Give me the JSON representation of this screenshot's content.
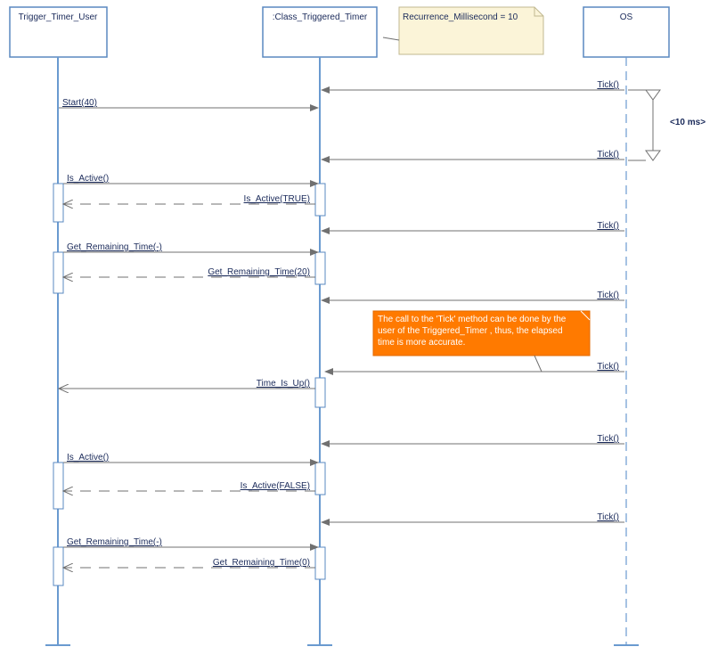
{
  "lifelines": {
    "user": {
      "name": "Trigger_Timer_User"
    },
    "timer": {
      "name": ":Class_Triggered_Timer"
    },
    "os": {
      "name": "OS"
    }
  },
  "note_recurrence": {
    "text": "Recurrence_Millisecond = 10"
  },
  "note_tick": {
    "lines": [
      "The call to the 'Tick' method can be done by the",
      "user of the Triggered_Timer , thus, the elapsed",
      "time is more accurate."
    ]
  },
  "duration": {
    "label": "<10 ms>"
  },
  "messages": [
    {
      "id": "tick-1",
      "label": "Tick()",
      "from": "os",
      "to": "timer",
      "kind": "sync"
    },
    {
      "id": "start",
      "label": "Start(40)",
      "from": "user",
      "to": "timer",
      "kind": "sync"
    },
    {
      "id": "tick-2",
      "label": "Tick()",
      "from": "os",
      "to": "timer",
      "kind": "sync"
    },
    {
      "id": "is-active-1",
      "label": "Is_Active()",
      "from": "user",
      "to": "timer",
      "kind": "sync"
    },
    {
      "id": "is-active-true",
      "label": "Is_Active(TRUE)",
      "from": "timer",
      "to": "user",
      "kind": "return"
    },
    {
      "id": "tick-3",
      "label": "Tick()",
      "from": "os",
      "to": "timer",
      "kind": "sync"
    },
    {
      "id": "get-remaining-1",
      "label": "Get_Remaining_Time(-)",
      "from": "user",
      "to": "timer",
      "kind": "sync"
    },
    {
      "id": "get-remaining-20",
      "label": "Get_Remaining_Time(20)",
      "from": "timer",
      "to": "user",
      "kind": "return"
    },
    {
      "id": "tick-4",
      "label": "Tick()",
      "from": "os",
      "to": "timer",
      "kind": "sync"
    },
    {
      "id": "tick-5",
      "label": "Tick()",
      "from": "os",
      "to": "timer",
      "kind": "sync"
    },
    {
      "id": "time-is-up",
      "label": "Time_Is_Up()",
      "from": "timer",
      "to": "user",
      "kind": "async"
    },
    {
      "id": "tick-6",
      "label": "Tick()",
      "from": "os",
      "to": "timer",
      "kind": "sync"
    },
    {
      "id": "is-active-2",
      "label": "Is_Active()",
      "from": "user",
      "to": "timer",
      "kind": "sync"
    },
    {
      "id": "is-active-false",
      "label": "Is_Active(FALSE)",
      "from": "timer",
      "to": "user",
      "kind": "return"
    },
    {
      "id": "tick-7",
      "label": "Tick()",
      "from": "os",
      "to": "timer",
      "kind": "sync"
    },
    {
      "id": "get-remaining-2",
      "label": "Get_Remaining_Time(-)",
      "from": "user",
      "to": "timer",
      "kind": "sync"
    },
    {
      "id": "get-remaining-0",
      "label": "Get_Remaining_Time(0)",
      "from": "timer",
      "to": "user",
      "kind": "return"
    }
  ],
  "colors": {
    "lifeline": "#6a9ad0",
    "box_border": "#5a88c0",
    "arrow": "#707070",
    "text": "#1a2a5a",
    "note_fill": "#fbf4d8",
    "note_border": "#c0b890",
    "orange_fill": "#ff7a00"
  }
}
